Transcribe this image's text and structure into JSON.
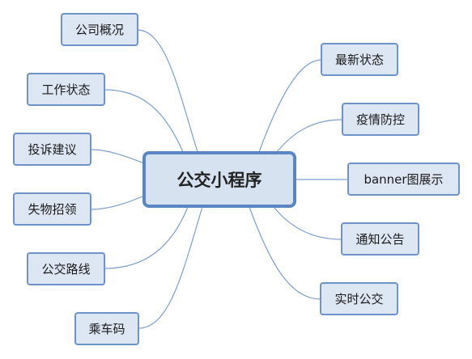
{
  "root": {
    "label": "公交小程序"
  },
  "left_branches": [
    {
      "label": "公司概况"
    },
    {
      "label": "工作状态"
    },
    {
      "label": "投诉建议"
    },
    {
      "label": "失物招领"
    },
    {
      "label": "公交路线"
    },
    {
      "label": "乘车码"
    }
  ],
  "right_branches": [
    {
      "label": "最新状态"
    },
    {
      "label": "疫情防控"
    },
    {
      "label": "banner图展示"
    },
    {
      "label": "通知公告"
    },
    {
      "label": "实时公交"
    }
  ],
  "colors": {
    "node_fill": "#dde6f3",
    "node_border": "#6d93c8",
    "root_border": "#5a87c3",
    "connector": "#7d9fcf"
  }
}
